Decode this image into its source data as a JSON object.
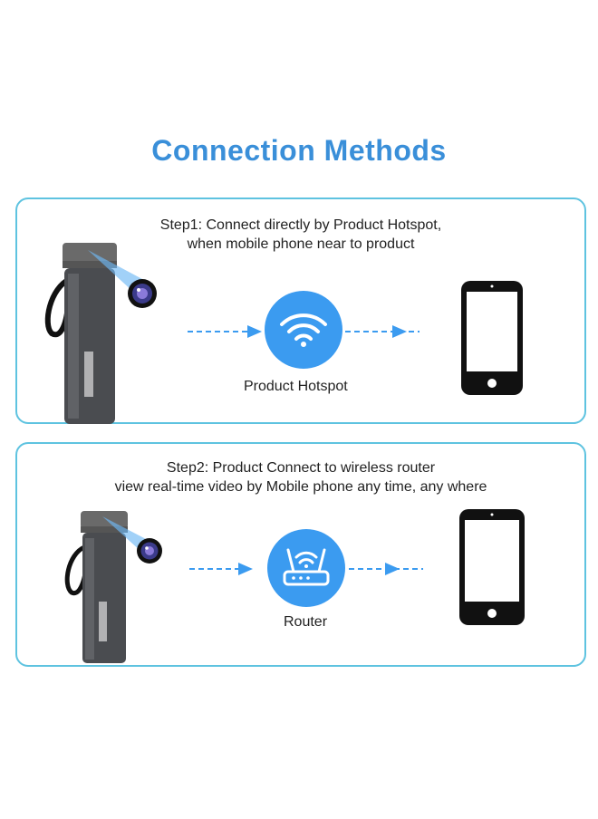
{
  "title": "Connection Methods",
  "step1": {
    "line1": "Step1: Connect directly by  Product  Hotspot,",
    "line2": "when mobile phone near to product",
    "node_label": "Product Hotspot",
    "node_icon": "wifi-icon"
  },
  "step2": {
    "line1": "Step2: Product Connect to wireless router",
    "line2": "view real-time video by Mobile phone any time, any where",
    "node_label": "Router",
    "node_icon": "router-icon"
  },
  "colors": {
    "accent": "#3a8fd9",
    "panel_border": "#5ec3e0",
    "node_fill": "#3b9bf0",
    "arrow": "#3b9bf0",
    "phone": "#111111"
  }
}
